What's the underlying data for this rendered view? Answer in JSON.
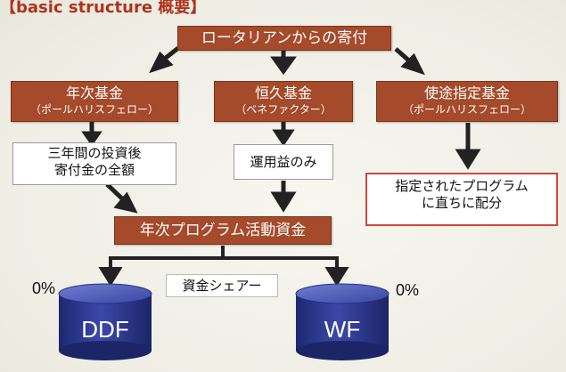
{
  "header": {
    "text": "【basic structure 概要】"
  },
  "top": {
    "label": "ロータリアンからの寄付"
  },
  "funds": [
    {
      "title": "年次基金",
      "sub": "（ポールハリスフェロー）"
    },
    {
      "title": "恒久基金",
      "sub": "（ベネファクター）"
    },
    {
      "title": "使途指定基金",
      "sub": "（ポールハリスフェロー）"
    }
  ],
  "notes": {
    "annual": [
      "三年間の投資後",
      "寄付金の全額"
    ],
    "endowment": "運用益のみ",
    "directed": [
      "指定されたプログラム",
      "に直ちに配分"
    ]
  },
  "program": {
    "label": "年次プログラム活動資金"
  },
  "share": {
    "label": "資金シェアー"
  },
  "cylinders": [
    {
      "label": "DDF",
      "pct": "0%"
    },
    {
      "label": "WF",
      "pct": "0%"
    }
  ],
  "colors": {
    "box_red": "#a54a2a",
    "cylinder_blue": "#2f3a8c",
    "note_border_red": "#d0473a"
  }
}
